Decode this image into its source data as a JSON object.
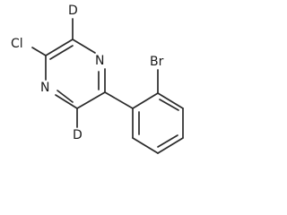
{
  "molecule": {
    "atoms": {
      "deuterium_top": "D",
      "deuterium_bottom": "D",
      "chlorine": "Cl",
      "nitrogen_upper": "N",
      "nitrogen_lower": "N",
      "bromine": "Br"
    },
    "colors": {
      "bond": "#2a2a2a",
      "label": "#1a1a1a",
      "background": "#ffffff"
    }
  }
}
